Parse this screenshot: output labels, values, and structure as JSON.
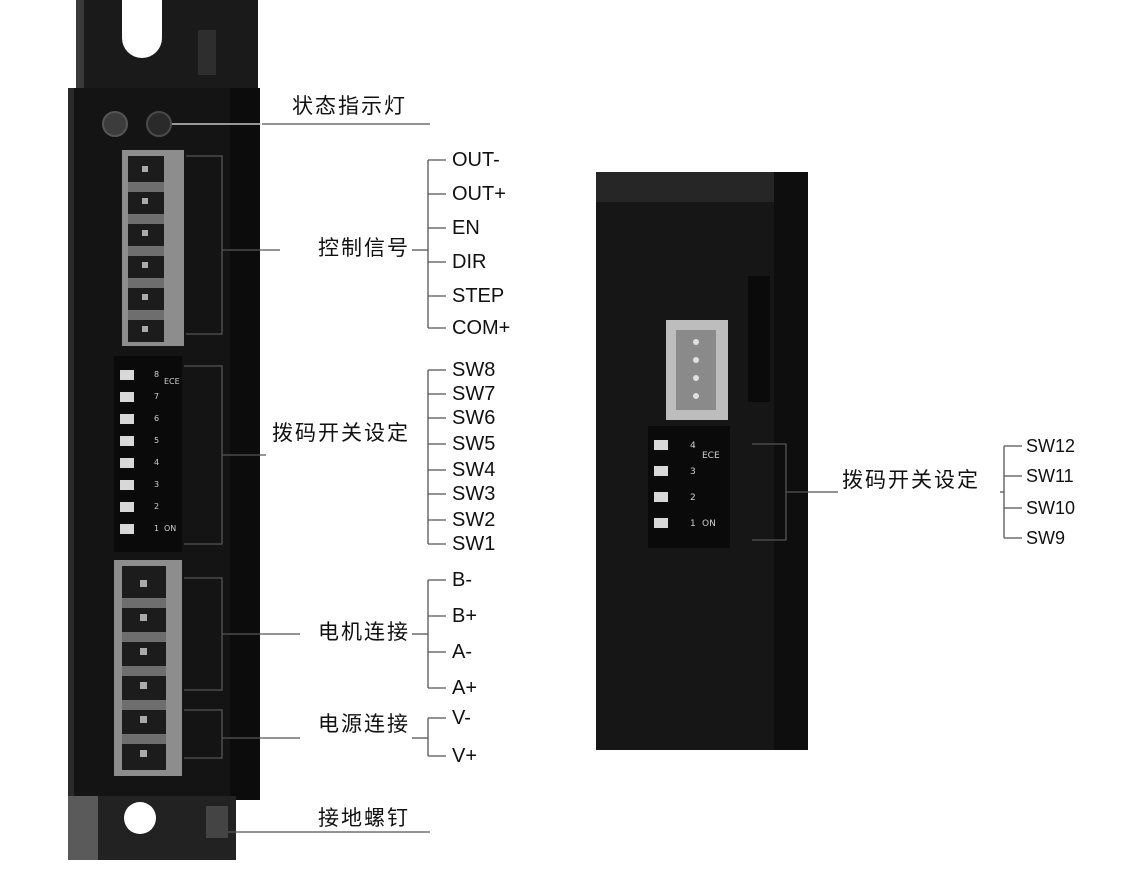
{
  "left_driver": {
    "status_led_label": "状态指示灯",
    "control_signal_label": "控制信号",
    "control_pins": [
      "OUT-",
      "OUT+",
      "EN",
      "DIR",
      "STEP",
      "COM+"
    ],
    "dip_switch_label": "拨码开关设定",
    "dip_switches": [
      "SW8",
      "SW7",
      "SW6",
      "SW5",
      "SW4",
      "SW3",
      "SW2",
      "SW1"
    ],
    "motor_connection_label": "电机连接",
    "motor_pins": [
      "B-",
      "B+",
      "A-",
      "A+"
    ],
    "power_connection_label": "电源连接",
    "power_pins": [
      "V-",
      "V+"
    ],
    "ground_screw_label": "接地螺钉"
  },
  "right_driver": {
    "dip_switch_label": "拨码开关设定",
    "dip_switches": [
      "SW12",
      "SW11",
      "SW10",
      "SW9"
    ]
  },
  "switch_markings": {
    "left_numbers": [
      "1",
      "2",
      "3",
      "4",
      "5",
      "6",
      "7",
      "8"
    ],
    "left_on": "ON",
    "left_brand": "ECE",
    "right_numbers": [
      "1",
      "2",
      "3",
      "4"
    ],
    "right_on": "ON",
    "right_brand": "ECE"
  }
}
